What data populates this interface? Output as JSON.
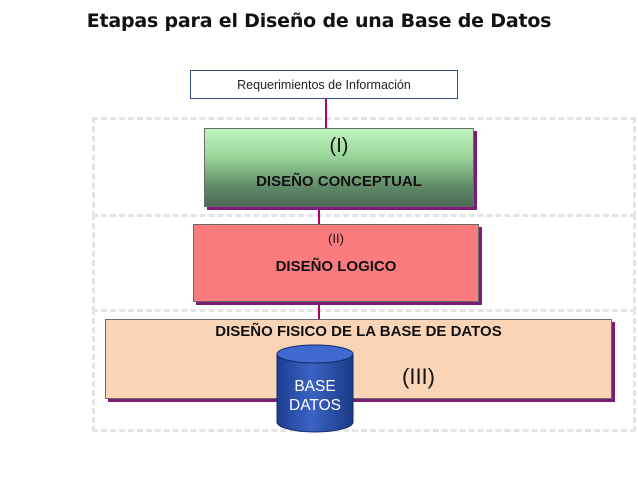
{
  "title": "Etapas para el Diseño de una Base de Datos",
  "requirements_box": "Requerimientos de Información",
  "stages": [
    {
      "numeral": "(I)",
      "label": "DISEÑO CONCEPTUAL"
    },
    {
      "numeral": "(II)",
      "label": "DISEÑO LOGICO"
    },
    {
      "numeral": "(III)",
      "label": "DISEÑO FISICO DE LA BASE DE DATOS"
    }
  ],
  "database": {
    "line1": "BASE",
    "line2": "DATOS"
  },
  "colors": {
    "conceptual_top": "#bff5bf",
    "conceptual_bottom": "#4b6b55",
    "logico": "#fb7b7f",
    "fisico": "#fad4b6",
    "connector": "#b0006a",
    "shadow": "#7a1d76",
    "cylinder": "#2b4fa8"
  }
}
